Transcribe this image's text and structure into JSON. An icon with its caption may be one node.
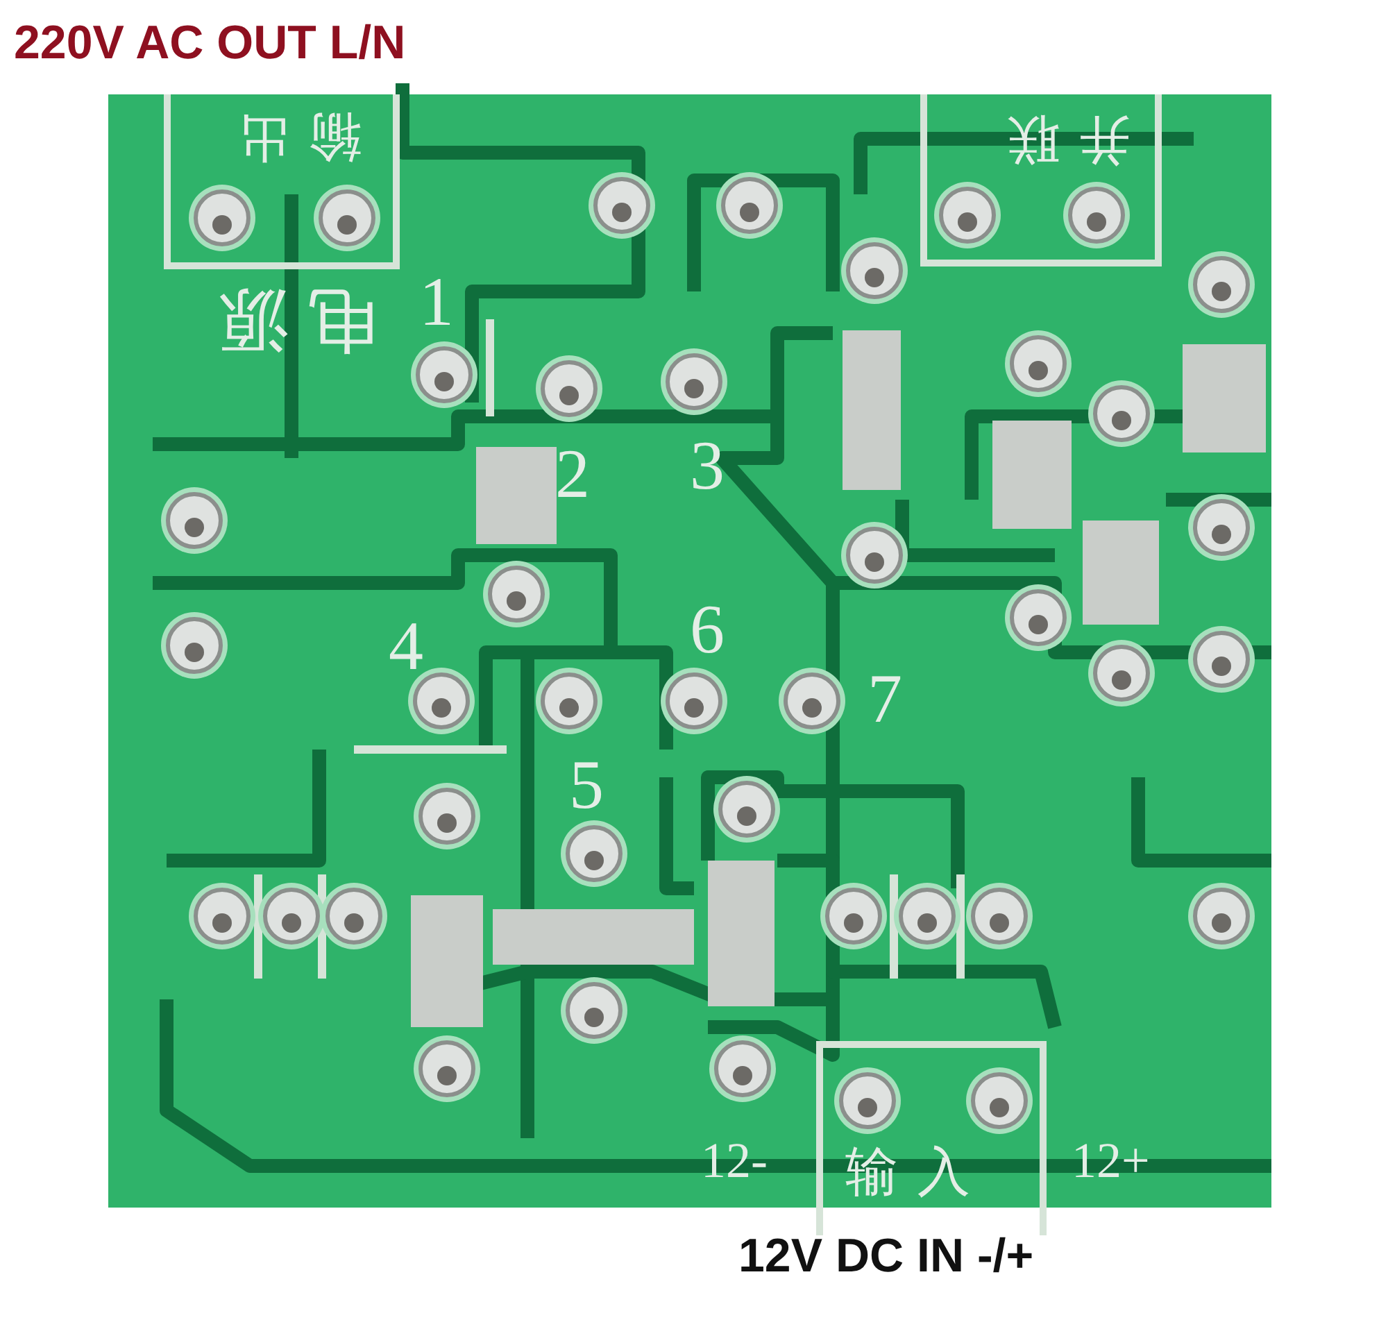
{
  "diagram": {
    "title": "220V AC OUT L/N",
    "nodes": [
      {
        "text": [
          "输出",
          "电源"
        ]
      },
      {
        "text": [
          "并联"
        ]
      },
      {
        "text": [
          "输入"
        ]
      }
    ],
    "labels": [
      "1",
      "2",
      "3",
      "4",
      "5",
      "6",
      "7",
      "12-",
      "12+",
      "12V DC IN -/+"
    ]
  }
}
